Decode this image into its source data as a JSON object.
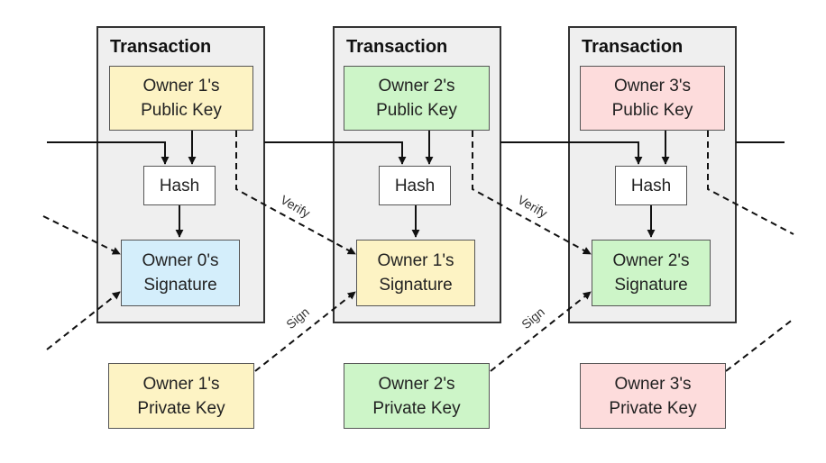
{
  "colors": {
    "yellow": "#fdf3c4",
    "green": "#cdf5c8",
    "pink": "#fddcdc",
    "blue": "#d4eefb"
  },
  "transactions": [
    {
      "title": "Transaction",
      "public_key": [
        "Owner 1's",
        "Public Key"
      ],
      "hash": "Hash",
      "signature": [
        "Owner 0's",
        "Signature"
      ]
    },
    {
      "title": "Transaction",
      "public_key": [
        "Owner 2's",
        "Public Key"
      ],
      "hash": "Hash",
      "signature": [
        "Owner 1's",
        "Signature"
      ]
    },
    {
      "title": "Transaction",
      "public_key": [
        "Owner 3's",
        "Public Key"
      ],
      "hash": "Hash",
      "signature": [
        "Owner 2's",
        "Signature"
      ]
    }
  ],
  "private_keys": [
    [
      "Owner 1's",
      "Private Key"
    ],
    [
      "Owner 2's",
      "Private Key"
    ],
    [
      "Owner 3's",
      "Private Key"
    ]
  ],
  "edge_labels": {
    "verify": "Verify",
    "sign": "Sign"
  }
}
